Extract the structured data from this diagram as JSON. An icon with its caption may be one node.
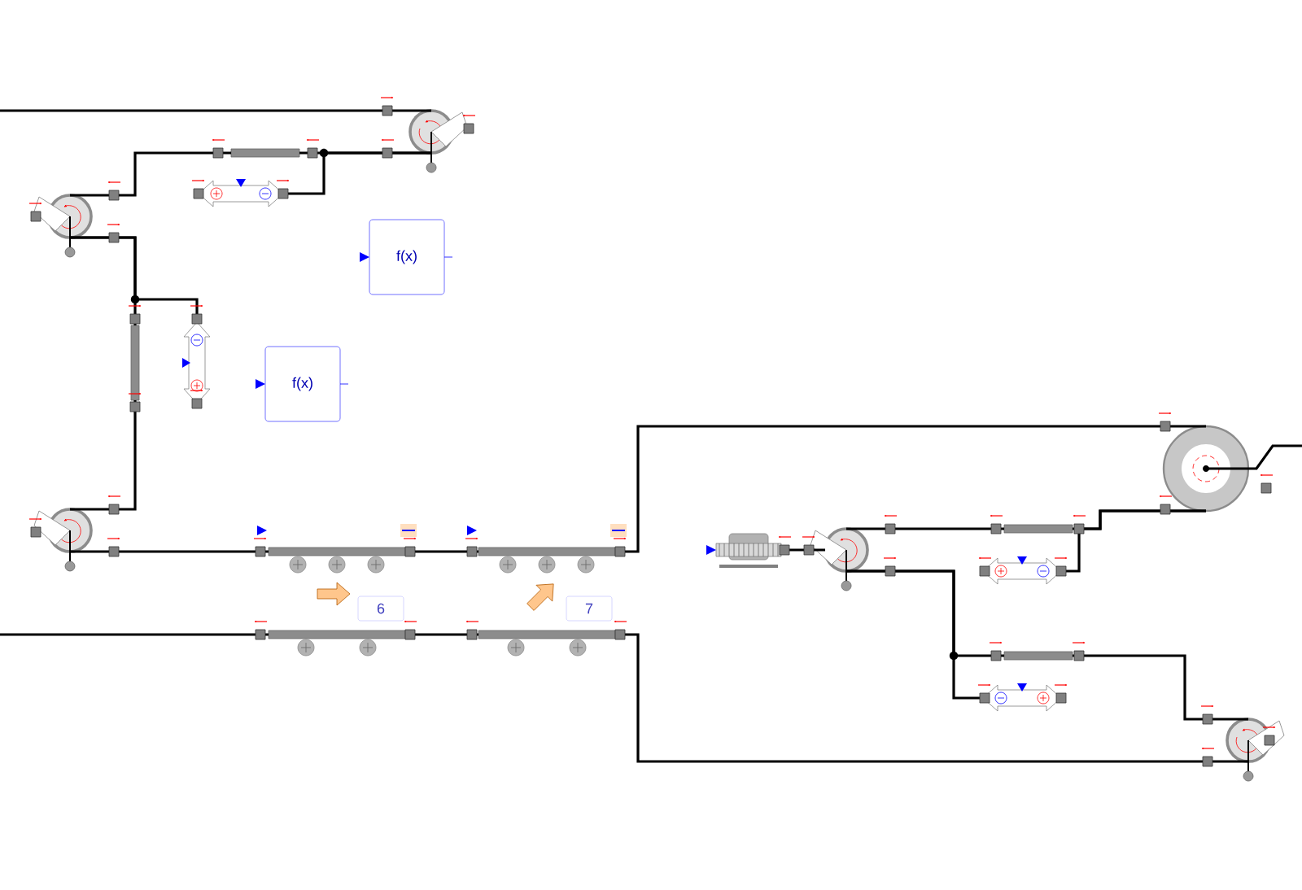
{
  "diagram": {
    "nodes": [
      {
        "text": [],
        "shape": "circle"
      },
      {
        "text": [],
        "shape": "bar"
      },
      {
        "text": [],
        "shape": "arrow"
      },
      {
        "text": [],
        "shape": "circle"
      },
      {
        "text": [
          "f(x)"
        ]
      },
      {
        "text": [],
        "shape": "bar"
      },
      {
        "text": [],
        "shape": "arrow"
      },
      {
        "text": [
          "f(x)"
        ]
      },
      {
        "text": [],
        "shape": "circle"
      },
      {
        "text": [],
        "shape": "circle"
      },
      {
        "text": [],
        "shape": "bar"
      },
      {
        "text": [],
        "shape": "bar"
      },
      {
        "text": [],
        "shape": "picture"
      },
      {
        "text": [],
        "shape": "circle"
      },
      {
        "text": [],
        "shape": "bar"
      },
      {
        "text": [],
        "shape": "arrow"
      },
      {
        "text": [
          "6"
        ]
      },
      {
        "text": [
          "7"
        ]
      },
      {
        "text": [],
        "shape": "bar"
      },
      {
        "text": [],
        "shape": "bar"
      },
      {
        "text": [],
        "shape": "bar"
      },
      {
        "text": [],
        "shape": "arrow"
      },
      {
        "text": [],
        "shape": "circle"
      }
    ],
    "edges": [
      {
        "from": null,
        "to": 0,
        "arrow": "none"
      },
      {
        "from": 0,
        "to": 1,
        "arrow": "none"
      },
      {
        "from": 0,
        "to": 2,
        "arrow": "none"
      },
      {
        "from": 1,
        "to": 3,
        "arrow": "none"
      },
      {
        "from": 3,
        "to": 5,
        "arrow": "none"
      },
      {
        "from": 3,
        "to": 6,
        "arrow": "none"
      },
      {
        "from": 5,
        "to": 9,
        "arrow": "none"
      },
      {
        "from": 9,
        "to": 10,
        "arrow": "none"
      },
      {
        "from": 10,
        "to": 11,
        "arrow": "none"
      },
      {
        "from": 11,
        "to": 8,
        "arrow": "none"
      },
      {
        "from": null,
        "to": 18,
        "arrow": "none"
      },
      {
        "from": 18,
        "to": 19,
        "arrow": "none"
      },
      {
        "from": 19,
        "to": 22,
        "arrow": "none"
      },
      {
        "from": 12,
        "to": 13,
        "arrow": "none"
      },
      {
        "from": 13,
        "to": 14,
        "arrow": "none"
      },
      {
        "from": 14,
        "to": 8,
        "arrow": "none"
      },
      {
        "from": 15,
        "to": 8,
        "arrow": "none"
      },
      {
        "from": 13,
        "to": 20,
        "arrow": "none"
      },
      {
        "from": 13,
        "to": 21,
        "arrow": "none"
      },
      {
        "from": 20,
        "to": 22,
        "arrow": "none"
      },
      {
        "from": 8,
        "to": null,
        "arrow": "none"
      }
    ]
  }
}
